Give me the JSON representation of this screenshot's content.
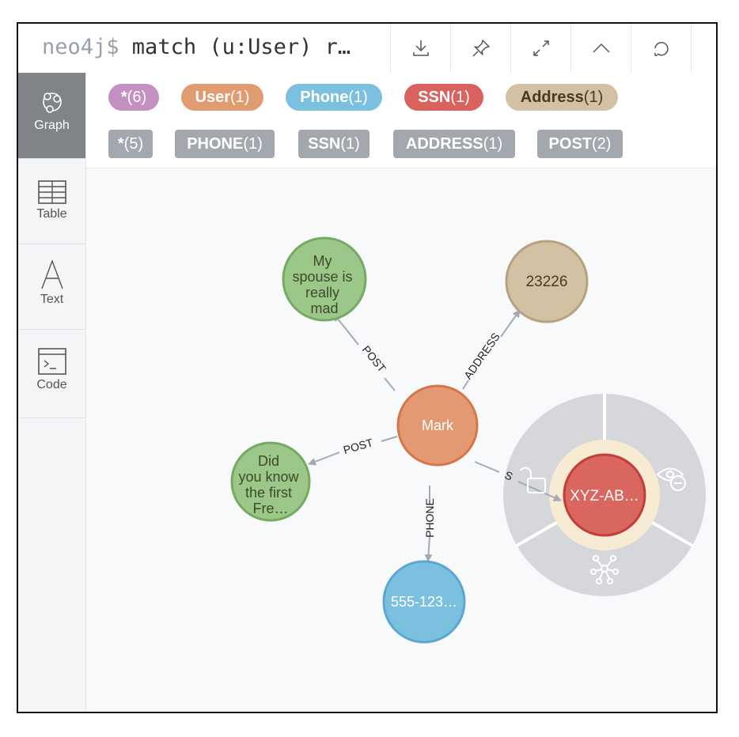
{
  "toolbar": {
    "prompt": "neo4j$",
    "query": " match (u:User) r…",
    "icons": [
      "download-icon",
      "pin-icon",
      "expand-icon",
      "collapse-icon",
      "refresh-icon"
    ]
  },
  "sidebar": {
    "items": [
      {
        "label": "Graph",
        "icon": "graph-icon",
        "active": true
      },
      {
        "label": "Table",
        "icon": "table-icon",
        "active": false
      },
      {
        "label": "Text",
        "icon": "text-icon",
        "active": false
      },
      {
        "label": "Code",
        "icon": "code-icon",
        "active": false
      }
    ]
  },
  "node_labels": [
    {
      "name": "*",
      "count": "(6)",
      "color": "#c48fc1",
      "text_color": "#ffffff"
    },
    {
      "name": "User",
      "count": "(1)",
      "color": "#e19b70",
      "text_color": "#ffffff"
    },
    {
      "name": "Phone",
      "count": "(1)",
      "color": "#7cc0e0",
      "text_color": "#ffffff"
    },
    {
      "name": "SSN",
      "count": "(1)",
      "color": "#d9625e",
      "text_color": "#ffffff"
    },
    {
      "name": "Address",
      "count": "(1)",
      "color": "#d3c1a4",
      "text_color": "#4a3a1c"
    }
  ],
  "relationship_types": [
    {
      "name": "*",
      "count": "(5)"
    },
    {
      "name": "PHONE",
      "count": "(1)"
    },
    {
      "name": "SSN",
      "count": "(1)"
    },
    {
      "name": "ADDRESS",
      "count": "(1)"
    },
    {
      "name": "POST",
      "count": "(2)"
    }
  ],
  "graph": {
    "nodes": {
      "mark": {
        "caption": "Mark",
        "color": "#e39a73",
        "stroke": "#d3764a",
        "text": "#ffffff"
      },
      "post1": {
        "lines": [
          "My",
          "spouse is",
          "really",
          "mad"
        ],
        "color": "#9bc788",
        "stroke": "#76aa62",
        "text": "#3c4a2a"
      },
      "address": {
        "caption": "23226",
        "color": "#d3c1a4",
        "stroke": "#b5a280",
        "text": "#4a3a1c"
      },
      "post2": {
        "lines": [
          "Did",
          "you know",
          "the first",
          "Fre…"
        ],
        "color": "#9bc788",
        "stroke": "#76aa62",
        "text": "#3c4a2a"
      },
      "phone": {
        "caption": "555-123…",
        "color": "#7cc0e0",
        "stroke": "#5aa8cf",
        "text": "#ffffff"
      },
      "ssn": {
        "caption": "XYZ-AB…",
        "color": "#d9665f",
        "stroke": "#c43e38",
        "text": "#ffffff"
      }
    },
    "relationships": {
      "post1": "POST",
      "address": "ADDRESS",
      "post2": "POST",
      "phone": "PHONE",
      "ssn": "S"
    },
    "radial_menu_icons": [
      "unlock-icon",
      "hide-icon",
      "expand-network-icon"
    ]
  }
}
